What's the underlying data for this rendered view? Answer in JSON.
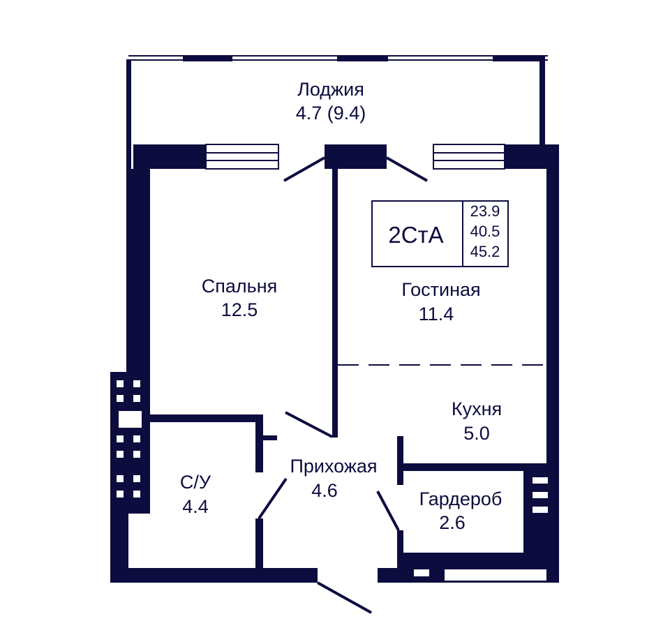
{
  "colors": {
    "wall": "#0d0c3f",
    "background": "#ffffff"
  },
  "badge": {
    "type": "2СтА",
    "values": [
      "23.9",
      "40.5",
      "45.2"
    ]
  },
  "rooms": {
    "loggia": {
      "name": "Лоджия",
      "area": "4.7 (9.4)"
    },
    "bedroom": {
      "name": "Спальня",
      "area": "12.5"
    },
    "living": {
      "name": "Гостиная",
      "area": "11.4"
    },
    "kitchen": {
      "name": "Кухня",
      "area": "5.0"
    },
    "bathroom": {
      "name": "С/У",
      "area": "4.4"
    },
    "hallway": {
      "name": "Прихожая",
      "area": "4.6"
    },
    "wardrobe": {
      "name": "Гардероб",
      "area": "2.6"
    }
  }
}
